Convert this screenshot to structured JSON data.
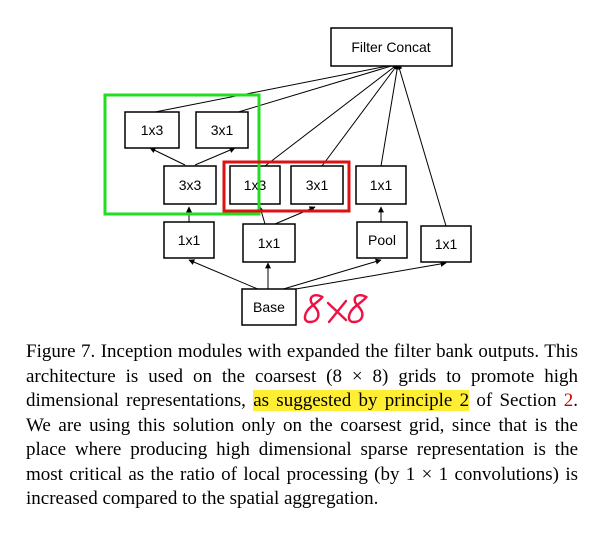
{
  "diagram": {
    "filter_concat": "Filter Concat",
    "box_1x3": "1x3",
    "box_3x1_top": "3x1",
    "box_3x3": "3x3",
    "box_1x3_mid": "1x3",
    "box_3x1_mid": "3x1",
    "box_1x1_pool_branch": "1x1",
    "box_1x1_left": "1x1",
    "box_1x1_center": "1x1",
    "box_pool": "Pool",
    "box_1x1_right": "1x1",
    "base": "Base",
    "handwritten_note": "8×8",
    "colors": {
      "green_box": "#22dd22",
      "red_box": "#dd1111",
      "handwriting": "#ee1144"
    }
  },
  "caption": {
    "part1": "Figure 7. Inception modules with expanded the filter bank outputs. This architecture is used on the coarsest (8 × 8) grids to promote high dimensional representations, ",
    "highlight": "as suggested by principle 2",
    "part2": " of Section ",
    "section_ref": "2",
    "part3": ". We are using this solution only on the coarsest grid, since that is the place where producing high dimensional sparse representation is the most critical as the ratio of local processing (by 1 × 1 convolutions) is increased compared to the spatial aggregation.",
    "highlight_color": "#ffee33"
  }
}
